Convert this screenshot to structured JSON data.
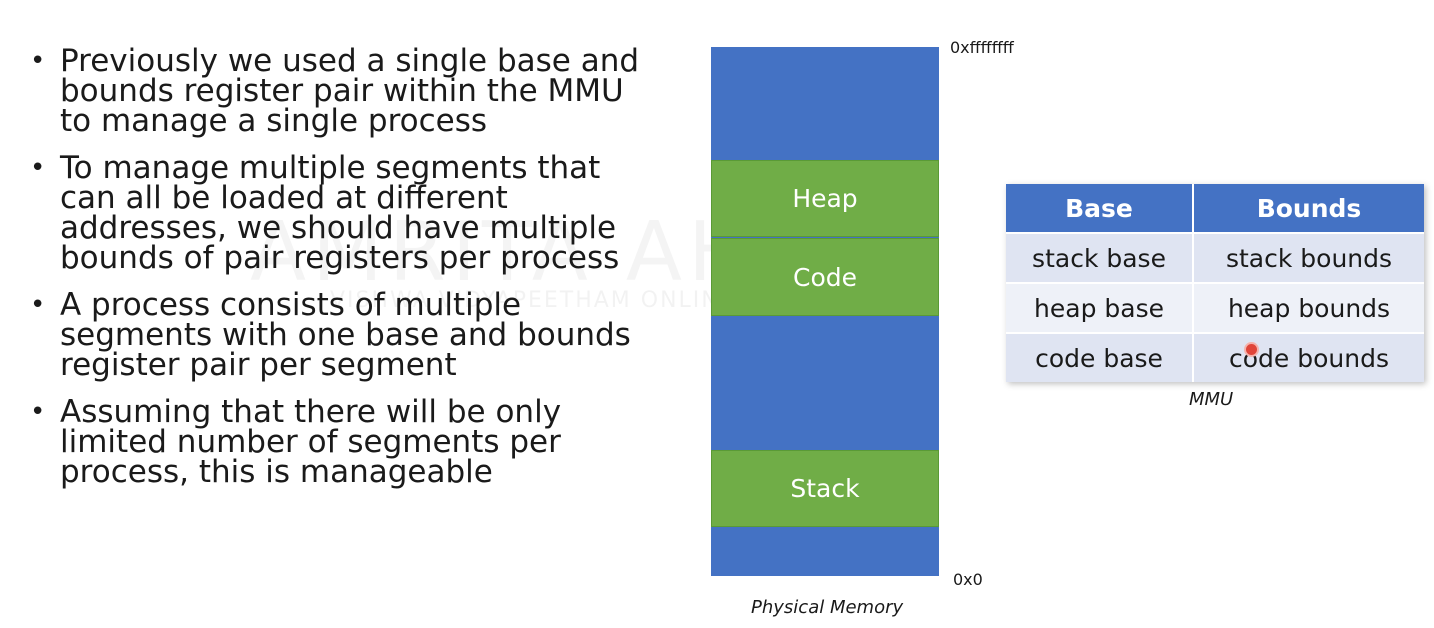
{
  "watermark": {
    "main": "AMRITA AHEAD",
    "sub": "VISHWA VIDYAPEETHAM ONLINE"
  },
  "bullets": [
    "Previously we used a single base and bounds register pair within the MMU to manage a single process",
    "To manage multiple segments that can all be loaded at different addresses, we should have multiple bounds of pair registers per process",
    "A process consists of multiple segments with one base and bounds register pair per segment",
    "Assuming that there will be only limited number of segments per process, this is manageable"
  ],
  "memory": {
    "top_address": "0xffffffff",
    "bottom_address": "0x0",
    "caption": "Physical Memory",
    "segments": [
      "Heap",
      "Code",
      "Stack"
    ],
    "colors": {
      "free": "#4472c4",
      "segment": "#70ad47"
    }
  },
  "mmu": {
    "caption": "MMU",
    "headers": [
      "Base",
      "Bounds"
    ],
    "rows": [
      [
        "stack base",
        "stack bounds"
      ],
      [
        "heap base",
        "heap bounds"
      ],
      [
        "code base",
        "code bounds"
      ]
    ],
    "header_color": "#4472c4"
  }
}
